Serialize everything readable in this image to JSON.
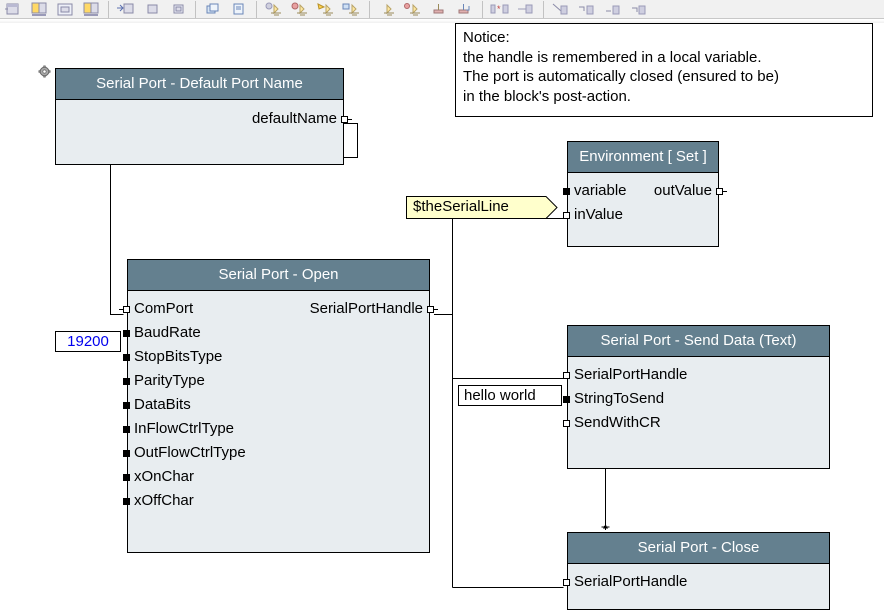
{
  "toolbar": {
    "groups": [
      {
        "name": "window-group",
        "buttons": [
          {
            "name": "new-window-icon",
            "glyph": "win-plain"
          },
          {
            "name": "tile-windows-icon",
            "glyph": "win-yellow"
          },
          {
            "name": "frame-window-icon",
            "glyph": "win-frame"
          },
          {
            "name": "cascade-windows-icon",
            "glyph": "win-yellow"
          }
        ]
      },
      {
        "name": "navigate-group",
        "buttons": [
          {
            "name": "enter-block-icon",
            "glyph": "enter-block"
          },
          {
            "name": "block-icon",
            "glyph": "block-small"
          },
          {
            "name": "exit-block-icon",
            "glyph": "exit-block"
          }
        ]
      },
      {
        "name": "copy-group",
        "buttons": [
          {
            "name": "duplicate-icon",
            "glyph": "dup"
          },
          {
            "name": "page-icon",
            "glyph": "page"
          }
        ]
      },
      {
        "name": "pin-group-a",
        "buttons": [
          {
            "name": "add-input-pin-icon",
            "glyph": "pin-grey"
          },
          {
            "name": "remove-input-pin-icon",
            "glyph": "pin-red"
          },
          {
            "name": "highlight-pin-icon",
            "glyph": "pin-yellow"
          },
          {
            "name": "move-pin-icon",
            "glyph": "pin-blue"
          }
        ]
      },
      {
        "name": "pin-group-b",
        "buttons": [
          {
            "name": "pin-up-icon",
            "glyph": "pin-plain"
          },
          {
            "name": "pin-add-icon",
            "glyph": "pin-red2"
          },
          {
            "name": "pin-down-icon",
            "glyph": "pin-down"
          },
          {
            "name": "pin-return-icon",
            "glyph": "pin-return"
          }
        ]
      },
      {
        "name": "connector-group",
        "buttons": [
          {
            "name": "new-connection-icon",
            "glyph": "conn-star"
          },
          {
            "name": "connection-icon",
            "glyph": "conn-plain"
          }
        ]
      },
      {
        "name": "wire-group",
        "buttons": [
          {
            "name": "wire-diagonal-icon",
            "glyph": "wire-diag"
          },
          {
            "name": "wire-route-1-icon",
            "glyph": "wire-r1"
          },
          {
            "name": "wire-route-2-icon",
            "glyph": "wire-r2"
          },
          {
            "name": "wire-route-3-icon",
            "glyph": "wire-r3"
          }
        ]
      }
    ]
  },
  "notice": {
    "name": "notice-comment",
    "text": "Notice:\nthe handle is remembered in a local variable.\nThe port is automatically closed (ensured to be)\nin the block's post-action."
  },
  "blocks": [
    {
      "id": "default-port-name",
      "title": "Serial Port - Default Port Name",
      "inputs": [],
      "outputs": [
        "defaultName"
      ]
    },
    {
      "id": "environment-set",
      "title": "Environment [ Set ]",
      "inputs": [
        "variable",
        "inValue"
      ],
      "outputs": [
        "outValue"
      ]
    },
    {
      "id": "serial-port-open",
      "title": "Serial Port - Open",
      "inputs": [
        "ComPort",
        "BaudRate",
        "StopBitsType",
        "ParityType",
        "DataBits",
        "InFlowCtrlType",
        "OutFlowCtrlType",
        "xOnChar",
        "xOffChar"
      ],
      "outputs": [
        "SerialPortHandle"
      ]
    },
    {
      "id": "serial-port-send-data",
      "title": "Serial Port - Send Data (Text)",
      "inputs": [
        "SerialPortHandle",
        "StringToSend",
        "SendWithCR"
      ],
      "outputs": []
    },
    {
      "id": "serial-port-close",
      "title": "Serial Port - Close",
      "inputs": [
        "SerialPortHandle"
      ],
      "outputs": []
    }
  ],
  "constants": [
    {
      "id": "baudrate-constant",
      "value": "19200",
      "color": "#0000ee"
    },
    {
      "id": "string-constant",
      "value": "hello world",
      "color": "#000000"
    }
  ],
  "variable_tag": {
    "id": "serial-line-variable-tag",
    "label": "$theSerialLine",
    "fill": "#ffffcc",
    "stroke": "#000000"
  },
  "theme": {
    "block_header": "#64808f",
    "block_body": "#e8edf0",
    "block_border": "#000000",
    "header_text": "#ffffff",
    "wire": "#000000",
    "canvas": "#ffffff",
    "toolbar_bg": "#f1f1f1"
  }
}
